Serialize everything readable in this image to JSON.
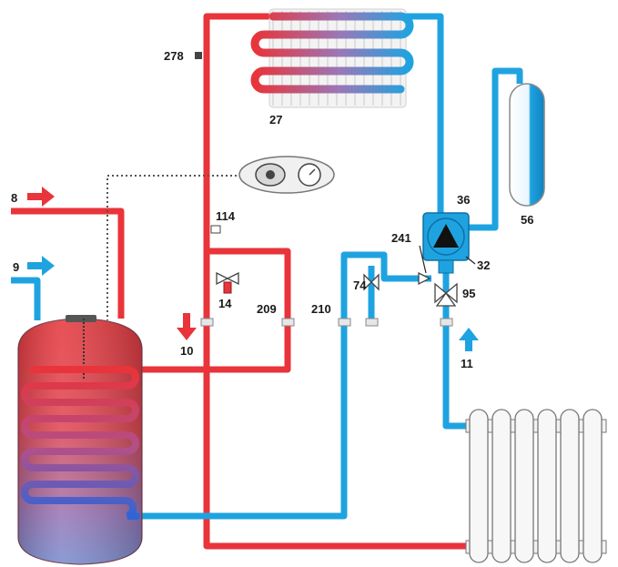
{
  "colors": {
    "hot": "#e8343a",
    "cold": "#1fa3e0",
    "dark_text": "#1a1a1a",
    "tank_top": "#e53a3f",
    "tank_bottom": "#6f86c9",
    "expansion_vessel": "#1fa3e0",
    "radiator": "#f2f2f2"
  },
  "labels": {
    "l8": "8",
    "l9": "9",
    "l10": "10",
    "l11": "11",
    "l14": "14",
    "l27": "27",
    "l32": "32",
    "l36": "36",
    "l56": "56",
    "l74": "74",
    "l95": "95",
    "l114": "114",
    "l209": "209",
    "l210": "210",
    "l241": "241",
    "l278": "278"
  },
  "icons": [
    "arrow-right-icon",
    "arrow-down-icon",
    "arrow-up-icon",
    "pump-icon",
    "valve-icon"
  ]
}
